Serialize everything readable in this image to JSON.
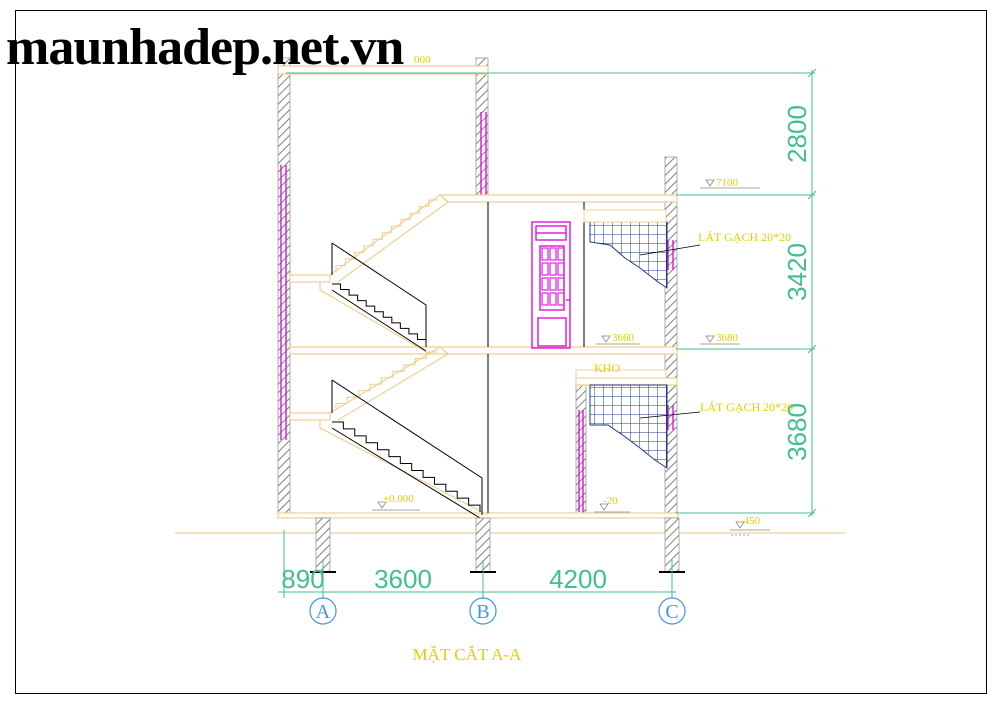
{
  "watermark": "maunhadep.net.vn",
  "title": "MẶT CẮT A-A",
  "levels": {
    "top": "000",
    "l7100": "7100",
    "l3660": "3660",
    "l3680": "3680",
    "l0": "±0.000",
    "l20": "-20",
    "l450": "-450"
  },
  "rooms": {
    "kho": "KHO",
    "tile1": "LÁT GẠCH 20*20",
    "tile2": "LÁT GẠCH 20*20"
  },
  "dims_vertical": [
    "2800",
    "3420",
    "3680"
  ],
  "dims_horizontal": [
    "890",
    "3600",
    "4200"
  ],
  "axes": [
    "A",
    "B",
    "C"
  ],
  "colors": {
    "structure": "#f0d090",
    "magenta": "#e020e0",
    "dimension": "#40c090",
    "axis": "#3a9be0",
    "text": "#e0d000",
    "tile": "#1a3a8a"
  }
}
